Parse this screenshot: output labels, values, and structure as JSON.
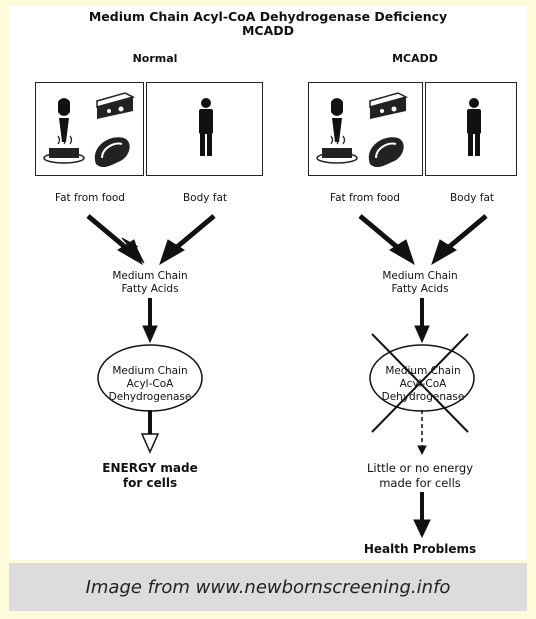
{
  "title_line1": "Medium Chain Acyl-CoA Dehydrogenase Deficiency",
  "title_line2": "MCADD",
  "left": {
    "heading": "Normal",
    "fat_food": "Fat from food",
    "body_fat": "Body fat",
    "mcfa_line1": "Medium Chain",
    "mcfa_line2": "Fatty Acids",
    "enzyme_line1": "Medium Chain",
    "enzyme_line2": "Acyl-CoA",
    "enzyme_line3": "Dehydrogenase",
    "result_line1": "ENERGY made",
    "result_line2": "for cells"
  },
  "right": {
    "heading": "MCADD",
    "fat_food": "Fat from food",
    "body_fat": "Body fat",
    "mcfa_line1": "Medium Chain",
    "mcfa_line2": "Fatty Acids",
    "enzyme_line1": "Medium Chain",
    "enzyme_line2": "Acyl-CoA",
    "enzyme_line3": "Dehydrogenase",
    "result_line1": "Little or no energy",
    "result_line2": "made for cells",
    "outcome": "Health Problems"
  },
  "caption": "Image from www.newbornscreening.info",
  "icons": [
    "microphone-icon",
    "cheese-icon",
    "food-dish-icon",
    "meat-icon",
    "person-icon"
  ],
  "colors": {
    "background": "#fdfbd9",
    "caption_band": "#dcdcdc",
    "ink": "#111111"
  }
}
